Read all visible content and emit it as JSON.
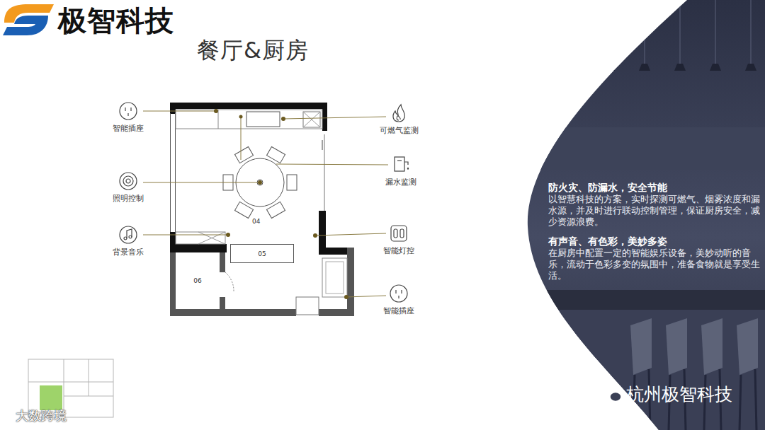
{
  "diagram": {
    "title": "餐厅&厨房",
    "nodes": [
      {
        "text": [
          "智能插座"
        ]
      },
      {
        "text": [
          "照明控制"
        ]
      },
      {
        "text": [
          "背景音乐"
        ]
      },
      {
        "text": [
          "可燃气监测"
        ]
      },
      {
        "text": [
          "漏水监测"
        ]
      },
      {
        "text": [
          "智能灯控"
        ]
      },
      {
        "text": [
          "智能插座"
        ]
      },
      {
        "text": [
          "05"
        ]
      },
      {
        "text": [
          "06"
        ]
      },
      {
        "text": [
          "防火灾、防漏水，安全节能",
          "以智慧科技的方案，实时探测可燃气、烟雾浓度和漏水源，并及时进行联动控制管理，保证厨房安全，减少资源浪费。",
          "有声音、有色彩，美妙多姿",
          "在厨房中配置一定的智能娱乐设备，美妙动听的音乐，流动于色彩多变的氛围中，准备食物就是享受生活。"
        ]
      }
    ],
    "labels": [
      "极智科技",
      "04",
      "杭州极智科技",
      "大数跨境"
    ]
  }
}
